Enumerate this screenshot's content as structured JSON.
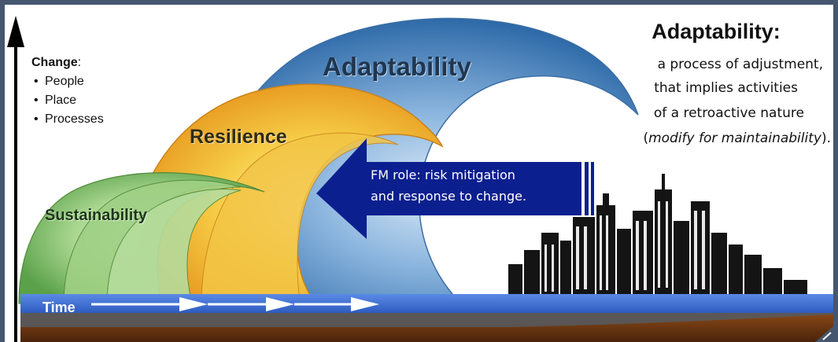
{
  "change": {
    "title": "Change",
    "items": [
      "People",
      "Place",
      "Processes"
    ]
  },
  "waves": {
    "adaptability": "Adaptability",
    "resilience": "Resilience",
    "sustainability": "Sustainability"
  },
  "definition": {
    "title": "Adaptability:",
    "line1": "a process of adjustment,",
    "line2": "that implies activities",
    "line3": "of a retroactive nature",
    "line4_open": "(",
    "line4_italic": "modify for maintainability",
    "line4_close": ")."
  },
  "fm_role": {
    "line1": "FM role: risk mitigation",
    "line2": "and response to change."
  },
  "time_label": "Time",
  "colors": {
    "frame": "#45566e",
    "adaptability_wave": "#7fa9d4",
    "resilience_wave": "#f0c338",
    "sustainability_wave": "#8fc77a",
    "fm_arrow": "#0c1f8f",
    "time_bar": "#3e6fd8",
    "ground": "#6e3a13",
    "city": "#141414"
  }
}
